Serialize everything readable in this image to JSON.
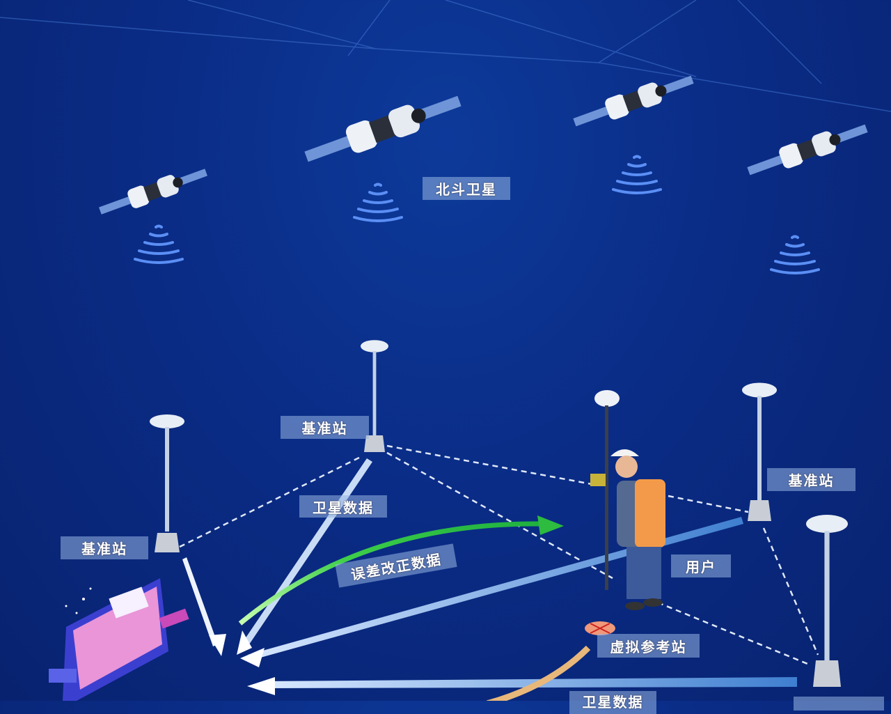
{
  "labels": {
    "beidou_satellite": "北斗卫星",
    "base_station_center": "基准站",
    "base_station_right": "基准站",
    "base_station_left": "基准站",
    "satellite_data": "卫星数据",
    "error_correction_data": "误差改正数据",
    "user": "用户",
    "virtual_reference_station": "虚拟参考站",
    "satellite_data_bottom": "卫星数据"
  },
  "colors": {
    "background": "#0a2c86",
    "beam": "#a9c8f0",
    "correction_arrow": "#3fcf4a",
    "virtual_station_link": "#e8b77a",
    "label_bg": "#8fa8d4"
  }
}
